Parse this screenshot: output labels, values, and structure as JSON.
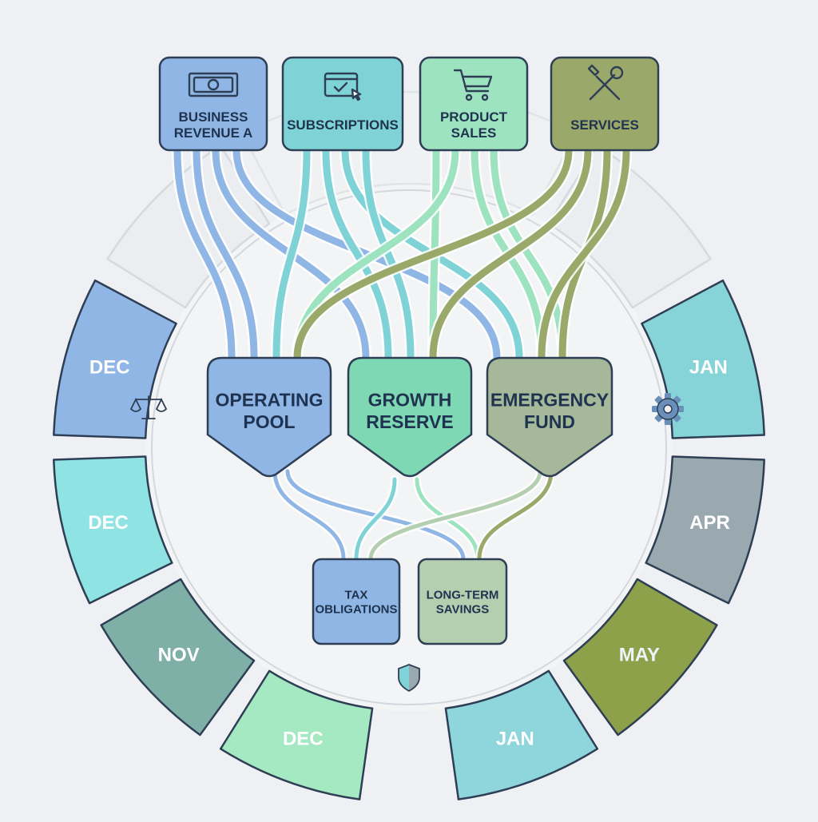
{
  "colors": {
    "blue": "#8fb6e4",
    "teal": "#7fd3d6",
    "mint": "#9de3bf",
    "olive": "#9aa86a",
    "sage": "#a9c2a6",
    "slate": "#9aa8b0",
    "grass": "#8da14a",
    "pale": "#ebedf0"
  },
  "sources": [
    {
      "id": "business",
      "lines": [
        "BUSINESS",
        "REVENUE A"
      ],
      "icon": "cash-icon",
      "color": "#8fb6e4"
    },
    {
      "id": "subscriptions",
      "lines": [
        "SUBSCRIPTIONS"
      ],
      "icon": "browser-click-icon",
      "color": "#7fd3d6"
    },
    {
      "id": "product",
      "lines": [
        "PRODUCT",
        "SALES"
      ],
      "icon": "shopping-cart-icon",
      "color": "#9de3bf"
    },
    {
      "id": "services",
      "lines": [
        "SERVICES"
      ],
      "icon": "wrench-screwdriver-icon",
      "color": "#9aa86a"
    }
  ],
  "pools": [
    {
      "id": "operating",
      "lines": [
        "OPERATING",
        "POOL"
      ],
      "color": "#8fb6e4"
    },
    {
      "id": "growth",
      "lines": [
        "GROWTH",
        "RESERVE"
      ],
      "color": "#7fd8b4"
    },
    {
      "id": "emergency",
      "lines": [
        "EMERGENCY",
        "FUND"
      ],
      "color": "#a5b89a"
    }
  ],
  "destinations": [
    {
      "id": "tax",
      "lines": [
        "TAX",
        "OBLIGATIONS"
      ],
      "color": "#8fb6e4"
    },
    {
      "id": "savings",
      "lines": [
        "LONG-TERM",
        "SAVINGS"
      ],
      "color": "#b4cfb0"
    }
  ],
  "months_left": [
    {
      "label": "DEC",
      "color": "#8fb6e4"
    },
    {
      "label": "DEC",
      "color": "#8fe3e3"
    },
    {
      "label": "NOV",
      "color": "#7fb0a8"
    }
  ],
  "months_right": [
    {
      "label": "JAN",
      "color": "#86d3d8"
    },
    {
      "label": "APR",
      "color": "#9aa8b0"
    },
    {
      "label": "MAY",
      "color": "#8da14a"
    }
  ],
  "months_bottom": [
    {
      "label": "DEC",
      "color": "#a4e9c2"
    },
    {
      "label": "JAN",
      "color": "#8fd6dc"
    }
  ],
  "side_icons": [
    "balance-scale-icon",
    "gear-icon",
    "shield-icon"
  ]
}
